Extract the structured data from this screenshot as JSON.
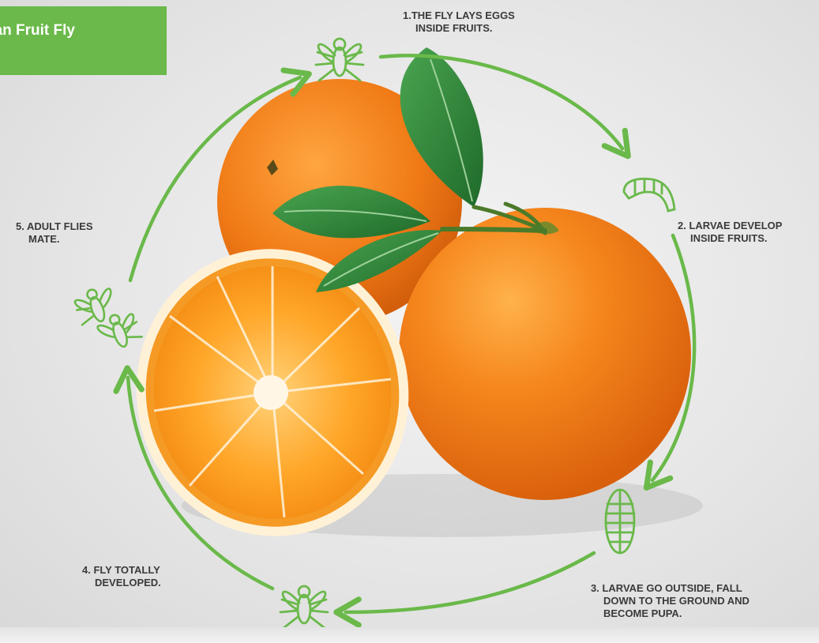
{
  "title": "ean Fruit Fly",
  "steps": [
    {
      "number": "1.",
      "lines": [
        "THE FLY LAYS EGGS",
        "INSIDE FRUITS."
      ]
    },
    {
      "number": "2.",
      "lines": [
        "LARVAE DEVELOP",
        "INSIDE FRUITS."
      ]
    },
    {
      "number": "3.",
      "lines": [
        "LARVAE GO OUTSIDE, FALL",
        "DOWN TO THE GROUND AND",
        "BECOME PUPA."
      ]
    },
    {
      "number": "4.",
      "lines": [
        "FLY TOTALLY",
        "DEVELOPED."
      ]
    },
    {
      "number": "5.",
      "lines": [
        "ADULT FLIES",
        "MATE."
      ]
    }
  ],
  "colors": {
    "accent_green": "#6ab94a",
    "orange": "#f47b1a",
    "leaf": "#2f8a3a"
  },
  "icons": [
    "fly-icon",
    "larva-icon",
    "pupa-icon",
    "fly-icon",
    "mating-flies-icon"
  ]
}
